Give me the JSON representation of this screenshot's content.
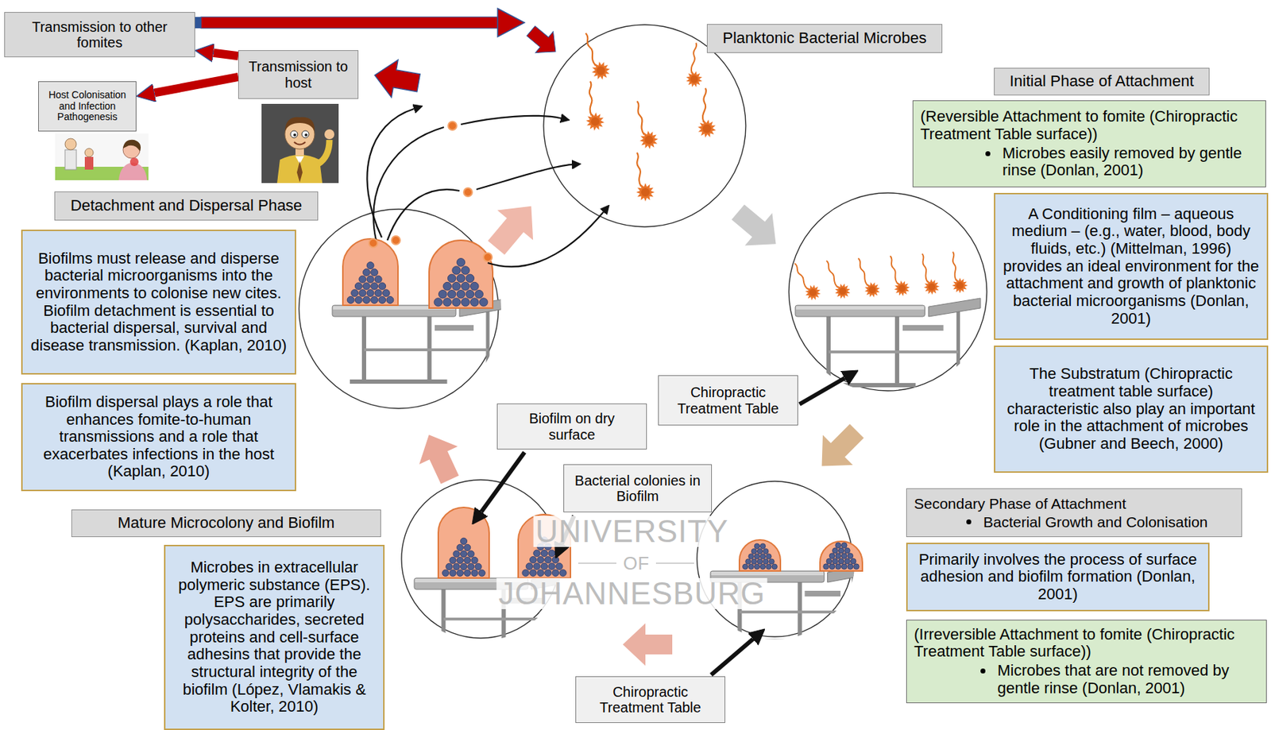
{
  "diagram": {
    "nodes": [
      {
        "text": [
          "Transmission to other fomites"
        ]
      },
      {
        "text": [
          "Transmission to host"
        ]
      },
      {
        "text": [
          "Host Colonisation and Infection Pathogenesis"
        ]
      },
      {
        "text": [
          "Planktonic Bacterial Microbes"
        ]
      },
      {
        "text": [
          "Detachment and Dispersal Phase"
        ]
      },
      {
        "text": [
          "Biofilms must release and disperse bacterial microorganisms into the environments to colonise new cites. Biofilm detachment is essential to bacterial dispersal, survival and disease transmission. (Kaplan, 2010)"
        ]
      },
      {
        "text": [
          "Biofilm dispersal plays a role that enhances fomite-to-human transmissions and a role that exacerbates infections in the host (Kaplan, 2010)"
        ]
      },
      {
        "text": [
          "Initial Phase of Attachment"
        ]
      },
      {
        "text": [
          "(Reversible Attachment to fomite (Chiropractic Treatment Table surface))",
          "Microbes easily removed by gentle rinse (Donlan, 2001)"
        ]
      },
      {
        "text": [
          "A Conditioning film – aqueous medium – (e.g., water, blood, body fluids, etc.) (Mittelman, 1996) provides an ideal environment for the attachment and growth of planktonic bacterial microorganisms (Donlan, 2001)"
        ]
      },
      {
        "text": [
          "The Substratum (Chiropractic treatment table surface) characteristic also play an important role in the attachment of microbes (Gubner and Beech, 2000)"
        ]
      },
      {
        "text": [
          "Chiropractic Treatment Table"
        ]
      },
      {
        "text": [
          "Biofilm on dry surface"
        ]
      },
      {
        "text": [
          "Bacterial colonies in Biofilm"
        ]
      },
      {
        "text": [
          "Mature Microcolony and Biofilm"
        ]
      },
      {
        "text": [
          "Microbes in extracellular polymeric substance (EPS). EPS are primarily polysaccharides, secreted proteins and cell-surface adhesins that provide the structural integrity of the biofilm (López, Vlamakis & Kolter, 2010)"
        ]
      },
      {
        "text": [
          "Secondary Phase of Attachment",
          "Bacterial Growth and Colonisation"
        ]
      },
      {
        "text": [
          "Primarily involves the process of surface adhesion and biofilm formation (Donlan, 2001)"
        ]
      },
      {
        "text": [
          "(Irreversible Attachment to fomite (Chiropractic Treatment Table surface))",
          "Microbes that are not removed by gentle rinse (Donlan, 2001)"
        ]
      },
      {
        "text": [
          "Chiropractic Treatment Table"
        ]
      }
    ],
    "edges": [
      {
        "from": 1,
        "to": 0,
        "arrow": "to"
      },
      {
        "from": 1,
        "to": 2,
        "arrow": "to"
      }
    ],
    "labels": [
      "UNIVERSITY",
      "OF",
      "JOHANNESBURG"
    ]
  }
}
